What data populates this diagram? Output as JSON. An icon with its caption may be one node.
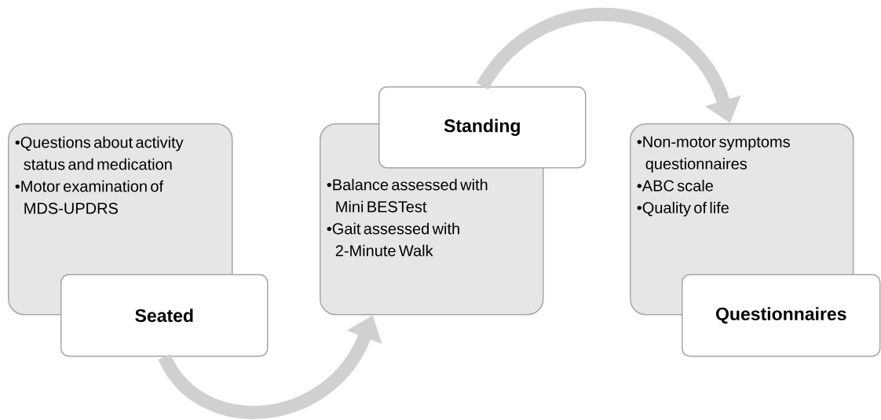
{
  "diagram": {
    "nodes": [
      {
        "text": [
          "•Questions about activity status and medication",
          "•Motor examination of MDS-UPDRS"
        ]
      },
      {
        "text": [
          "Seated"
        ]
      },
      {
        "text": [
          "Standing"
        ]
      },
      {
        "text": [
          "•Balance assessed with Mini BESTest",
          "•Gait assessed with 2-Minute Walk"
        ]
      },
      {
        "text": [
          "•Non-motor symptoms questionnaires",
          "•ABC scale",
          "•Quality of life"
        ]
      },
      {
        "text": [
          "Questionnaires"
        ]
      }
    ],
    "edges": [
      {
        "from": 1,
        "to": 3,
        "arrow": "to"
      },
      {
        "from": 2,
        "to": 4,
        "arrow": "to"
      }
    ]
  }
}
